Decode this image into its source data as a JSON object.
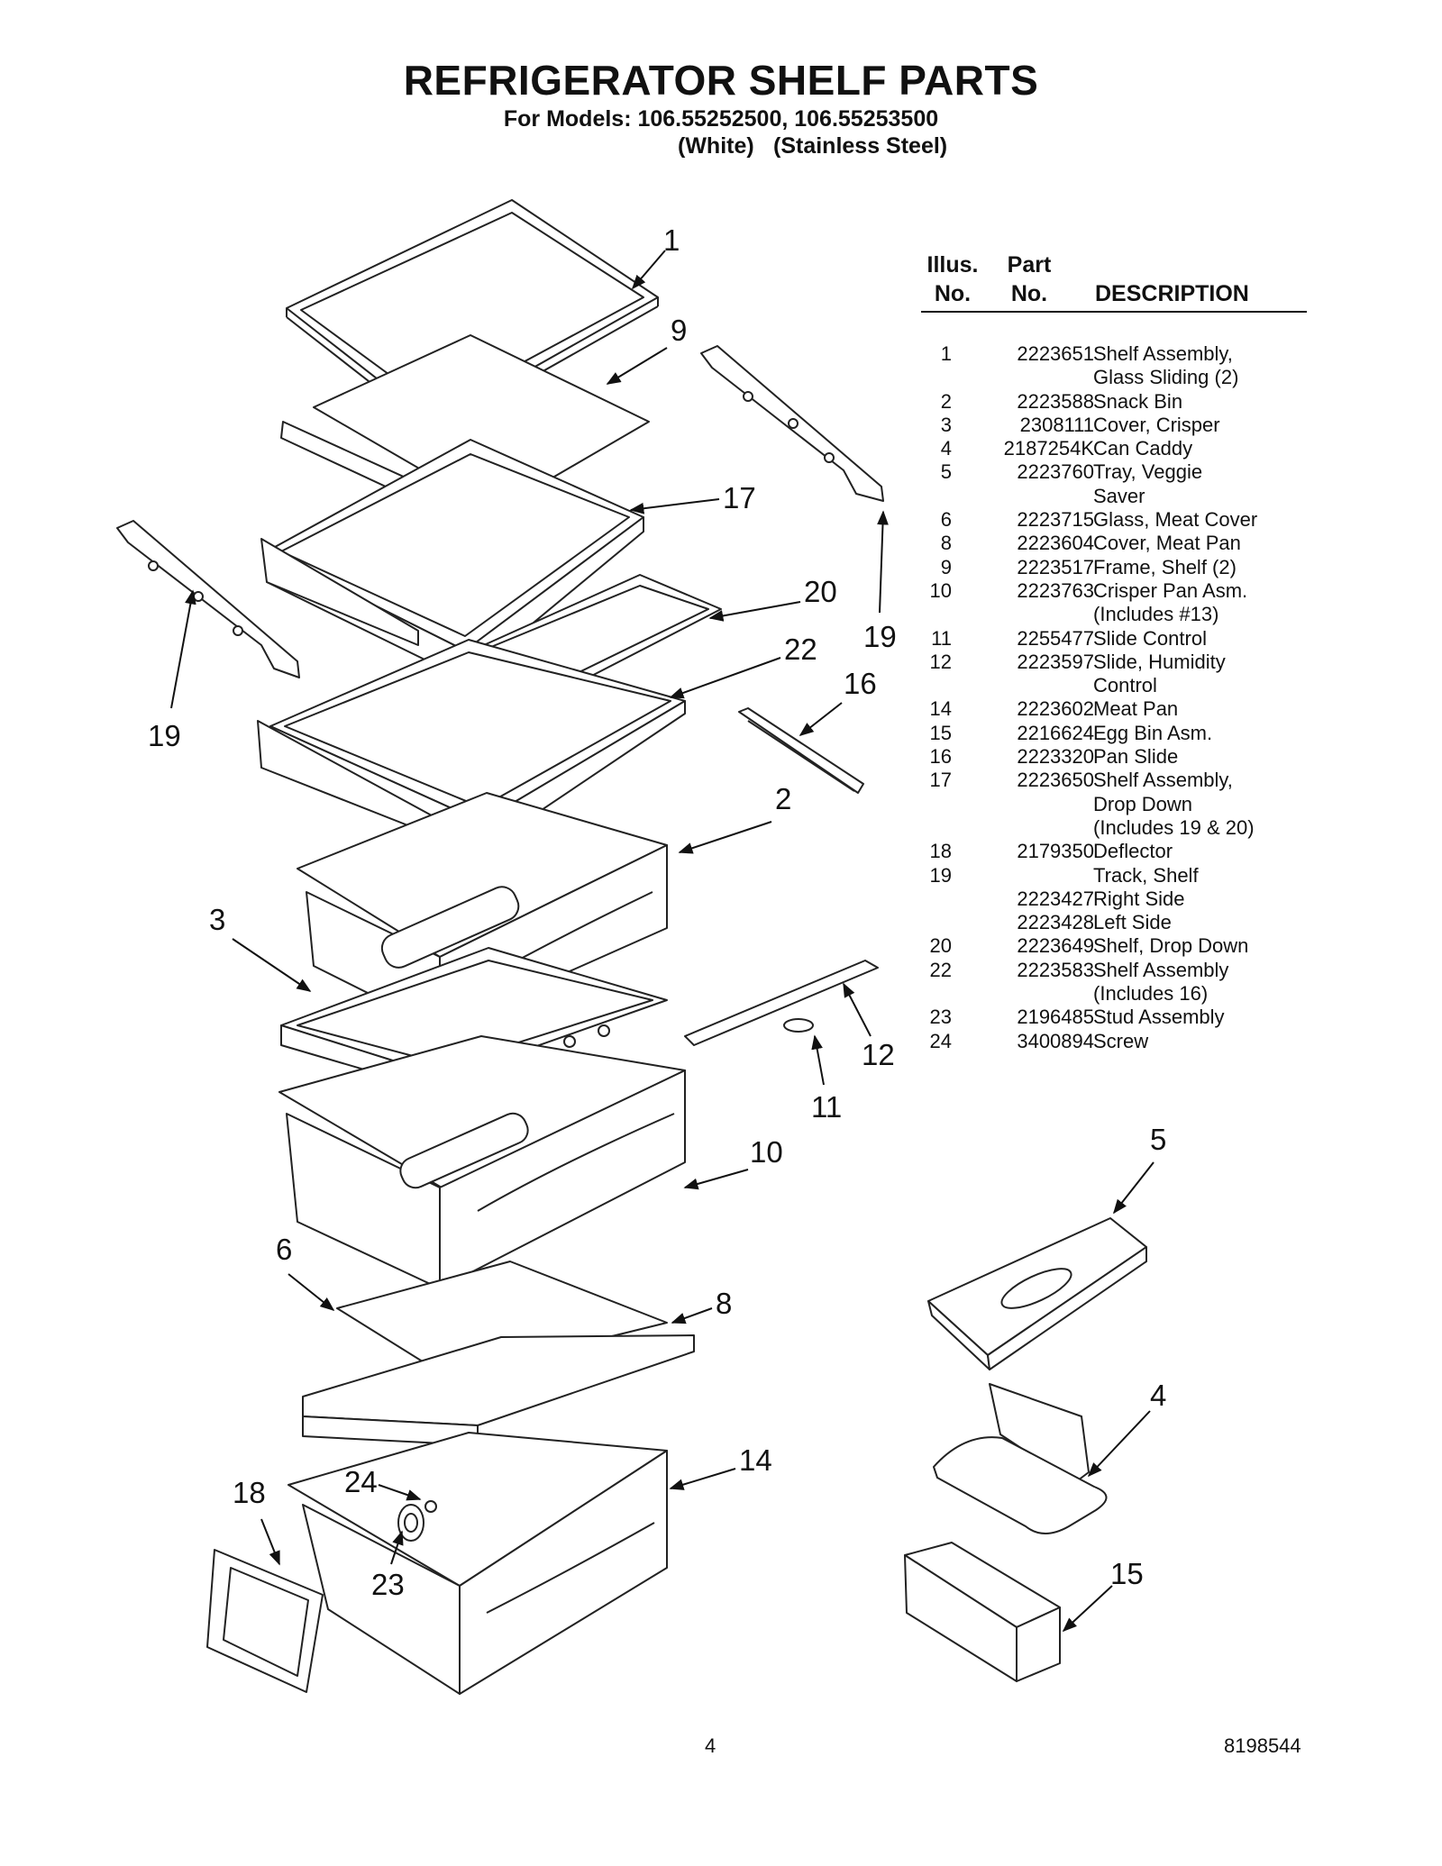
{
  "header": {
    "title": "REFRIGERATOR SHELF PARTS",
    "models": "For Models: 106.55252500, 106.55253500",
    "variant_1": "(White)",
    "variant_2": "(Stainless Steel)"
  },
  "parts_table": {
    "headers": {
      "illus_1": "Illus.",
      "illus_2": "No.",
      "part_1": "Part",
      "part_2": "No.",
      "description": "DESCRIPTION"
    },
    "rows": [
      {
        "no": "1",
        "part": "2223651",
        "desc": "Shelf Assembly,"
      },
      {
        "no": "",
        "part": "",
        "desc": "Glass Sliding (2)"
      },
      {
        "no": "2",
        "part": "2223588",
        "desc": "Snack Bin"
      },
      {
        "no": "3",
        "part": "2308111",
        "desc": "Cover, Crisper"
      },
      {
        "no": "4",
        "part": "2187254K",
        "desc": "Can Caddy"
      },
      {
        "no": "5",
        "part": "2223760",
        "desc": "Tray, Veggie"
      },
      {
        "no": "",
        "part": "",
        "desc": "Saver"
      },
      {
        "no": "6",
        "part": "2223715",
        "desc": "Glass, Meat Cover"
      },
      {
        "no": "8",
        "part": "2223604",
        "desc": "Cover, Meat Pan"
      },
      {
        "no": "9",
        "part": "2223517",
        "desc": "Frame, Shelf (2)"
      },
      {
        "no": "10",
        "part": "2223763",
        "desc": "Crisper Pan Asm."
      },
      {
        "no": "",
        "part": "",
        "desc": "(Includes #13)"
      },
      {
        "no": "11",
        "part": "2255477",
        "desc": "Slide Control"
      },
      {
        "no": "12",
        "part": "2223597",
        "desc": "Slide, Humidity"
      },
      {
        "no": "",
        "part": "",
        "desc": "Control"
      },
      {
        "no": "14",
        "part": "2223602",
        "desc": "Meat Pan"
      },
      {
        "no": "15",
        "part": "2216624",
        "desc": "Egg Bin Asm."
      },
      {
        "no": "16",
        "part": "2223320",
        "desc": "Pan Slide"
      },
      {
        "no": "17",
        "part": "2223650",
        "desc": "Shelf Assembly,"
      },
      {
        "no": "",
        "part": "",
        "desc": "Drop Down"
      },
      {
        "no": "",
        "part": "",
        "desc": "(Includes 19 & 20)"
      },
      {
        "no": "18",
        "part": "2179350",
        "desc": "Deflector"
      },
      {
        "no": "19",
        "part": "",
        "desc": "Track, Shelf"
      },
      {
        "no": "",
        "part": "2223427",
        "desc": "Right Side"
      },
      {
        "no": "",
        "part": "2223428",
        "desc": "Left Side"
      },
      {
        "no": "20",
        "part": "2223649",
        "desc": "Shelf, Drop Down"
      },
      {
        "no": "22",
        "part": "2223583",
        "desc": "Shelf Assembly"
      },
      {
        "no": "",
        "part": "",
        "desc": "(Includes 16)"
      },
      {
        "no": "23",
        "part": "2196485",
        "desc": "Stud Assembly"
      },
      {
        "no": "24",
        "part": "3400894",
        "desc": "Screw"
      }
    ]
  },
  "callouts": [
    "1",
    "9",
    "17",
    "20",
    "22",
    "19",
    "19",
    "16",
    "2",
    "3",
    "12",
    "11",
    "10",
    "5",
    "6",
    "8",
    "4",
    "14",
    "18",
    "24",
    "23",
    "15"
  ],
  "footer": {
    "page_number": "4",
    "document_number": "8198544"
  }
}
